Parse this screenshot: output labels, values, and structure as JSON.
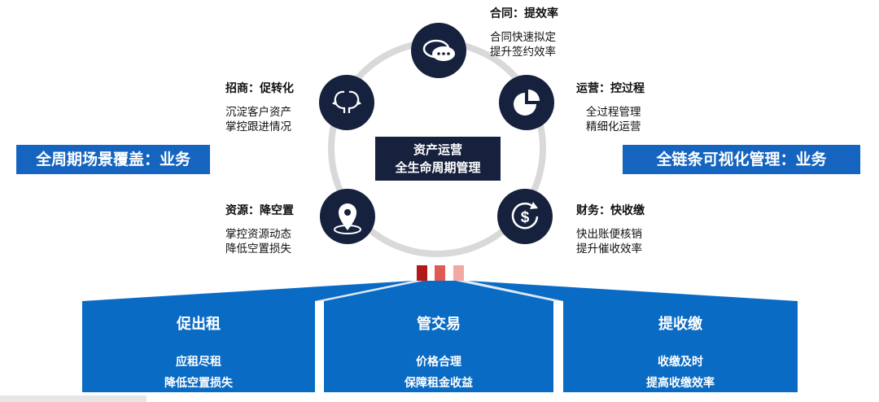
{
  "center": {
    "line1": "资产运营",
    "line2": "全生命周期管理"
  },
  "side_labels": {
    "left": "全周期场景覆盖：业务",
    "right": "全链条可视化管理：业务"
  },
  "nodes": [
    {
      "id": "contract",
      "icon": "chat-bubble-icon",
      "title": "合同：提效率",
      "lines": [
        "合同快速拟定",
        "提升签约效率"
      ]
    },
    {
      "id": "operations",
      "icon": "pie-chart-icon",
      "title": "运营：控过程",
      "lines": [
        "全过程管理",
        "精细化运营"
      ]
    },
    {
      "id": "finance",
      "icon": "dollar-refresh-icon",
      "title": "财务：快收缴",
      "lines": [
        "快出账便核销",
        "提升催收效率"
      ]
    },
    {
      "id": "resources",
      "icon": "location-pin-icon",
      "title": "资源：降空置",
      "lines": [
        "掌控资源动态",
        "降低空置损失"
      ]
    },
    {
      "id": "investment",
      "icon": "two-heads-icon",
      "title": "招商：促转化",
      "lines": [
        "沉淀客户资产",
        "掌控跟进情况"
      ]
    }
  ],
  "panels": [
    {
      "title": "促出租",
      "lines": [
        "应租尽租",
        "降低空置损失"
      ]
    },
    {
      "title": "管交易",
      "lines": [
        "价格合理",
        "保障租金收益"
      ]
    },
    {
      "title": "提收缴",
      "lines": [
        "收缴及时",
        "提高收缴效率"
      ]
    }
  ],
  "colors": {
    "node_fill": "#16213d",
    "ring": "#d9d9d9",
    "side_label_bg": "#1565c0",
    "panel_bg": "#0a6bc4",
    "panel_accent": "#1f86d6",
    "connector_dark": "#b01a1a",
    "connector_mid": "#e05a55",
    "connector_light": "#f2a9a6"
  }
}
